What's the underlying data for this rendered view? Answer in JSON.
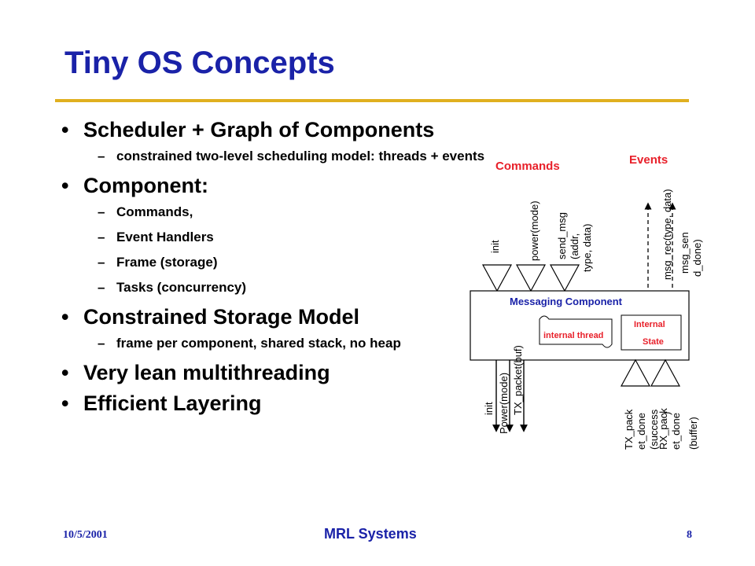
{
  "slide": {
    "title": "Tiny OS Concepts",
    "bullets": [
      {
        "text": "Scheduler + Graph of Components",
        "subs": [
          "constrained two-level scheduling model: threads + events"
        ]
      },
      {
        "text": "Component:",
        "subs": [
          "Commands,",
          "Event Handlers",
          "Frame (storage)",
          "Tasks (concurrency)"
        ]
      },
      {
        "text": "Constrained Storage Model",
        "subs": [
          "frame per component, shared stack, no heap"
        ]
      },
      {
        "text": "Very lean multithreading",
        "subs": []
      },
      {
        "text": "Efficient Layering",
        "subs": []
      }
    ],
    "footer": {
      "date": "10/5/2001",
      "org": "MRL Systems",
      "page": "8"
    }
  },
  "diagram": {
    "commands_label": "Commands",
    "events_label": "Events",
    "component_name": "Messaging Component",
    "internal_thread": "internal thread",
    "internal_state_1": "Internal",
    "internal_state_2": "State",
    "top_commands": [
      [
        "init"
      ],
      [
        "power(mode)"
      ],
      [
        "send_msg",
        "(addr,",
        "type, data)"
      ]
    ],
    "top_events": [
      [
        "msg_rec(type, data)"
      ],
      [
        "msg_sen",
        "d_done)"
      ]
    ],
    "bottom_commands": [
      [
        "init"
      ],
      [
        "Power(mode)"
      ],
      [
        "TX_packet(buf)"
      ]
    ],
    "bottom_events": [
      [
        "TX_pack",
        "et_done",
        "(success",
        ")"
      ],
      [
        "RX_pack",
        "et_done",
        "(buffer)"
      ]
    ]
  }
}
